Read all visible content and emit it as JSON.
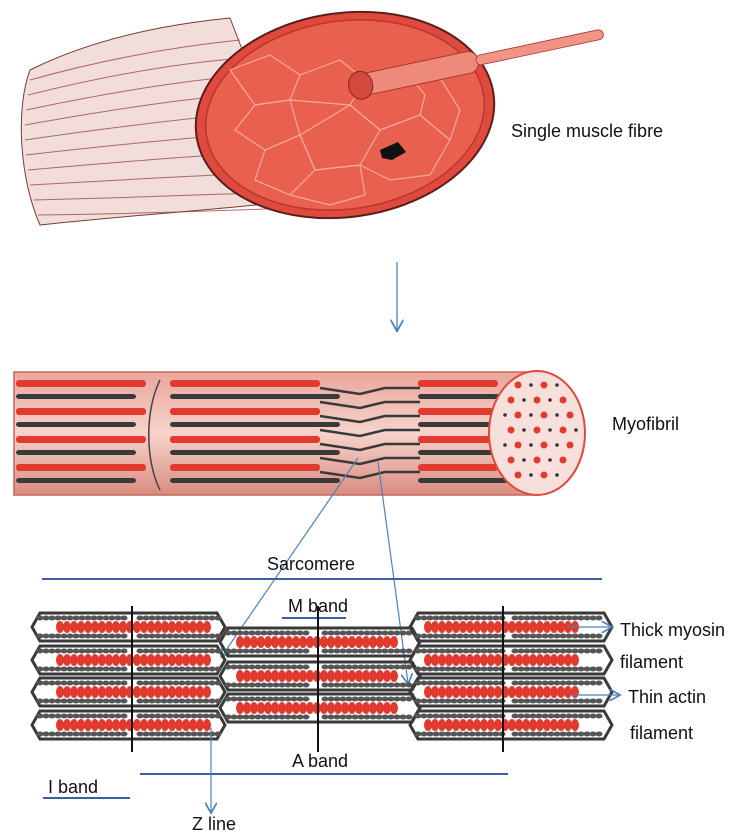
{
  "labels": {
    "single_muscle_fibre": "Single muscle fibre",
    "myofibril": "Myofibril",
    "sarcomere": "Sarcomere",
    "m_band": "M band",
    "thick_myosin_line1": "Thick myosin",
    "thick_myosin_line2": "filament",
    "thin_actin_line1": "Thin actin",
    "thin_actin_line2": "filament",
    "a_band": "A band",
    "i_band": "I band",
    "z_line": "Z line"
  },
  "colors": {
    "muscle_red": "#e23a2e",
    "muscle_pink": "#f4b6ad",
    "filament_dark": "#3a3a3a",
    "leader_blue": "#4f81bd",
    "band_blue": "#3b5ea7"
  }
}
